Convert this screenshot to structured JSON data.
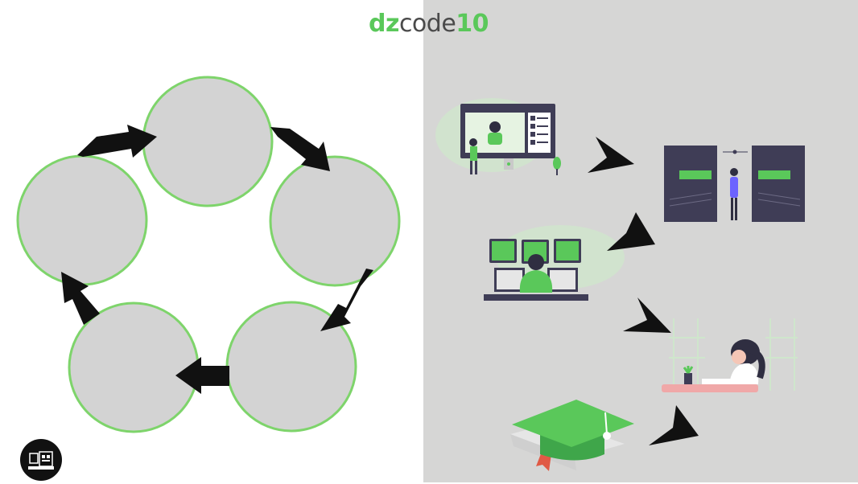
{
  "logo": {
    "part1": "dz",
    "part2": "code",
    "part3": "10"
  },
  "colors": {
    "accent": "#5ac85a",
    "accent_dark": "#3fa64a",
    "right_bg": "#d6d6d5",
    "circle_fill": "#d3d3d3",
    "circle_stroke": "#7ed46b",
    "arrow": "#111111",
    "arrow_navy": "#2a2a3a",
    "screen_dark": "#3f3d56"
  },
  "icons": [
    "video-lesson-illustration",
    "server-room-illustration",
    "developer-desk-illustration",
    "student-study-illustration",
    "graduation-cap-illustration",
    "badge-logo-icon"
  ]
}
